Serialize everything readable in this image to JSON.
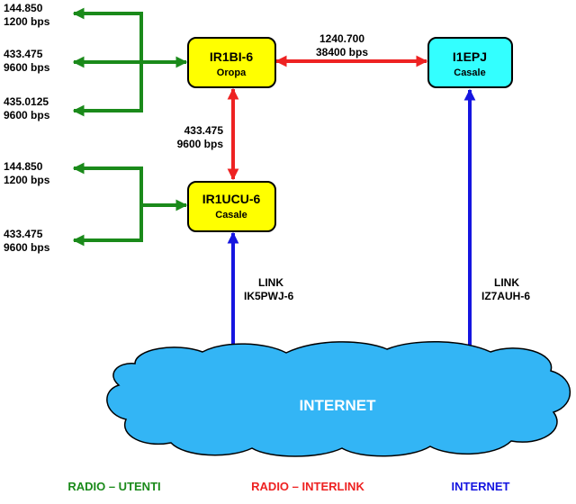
{
  "colors": {
    "users": "#1a8a1a",
    "interlink": "#ee2222",
    "internet": "#1515e0",
    "node_yellow": "#ffff00",
    "node_cyan": "#33ffff",
    "cloud": "#33b5f5"
  },
  "nodes": {
    "ir1bi": {
      "name": "IR1BI-6",
      "location": "Oropa"
    },
    "i1epj": {
      "name": "I1EPJ",
      "location": "Casale"
    },
    "ir1ucu": {
      "name": "IR1UCU-6",
      "location": "Casale"
    }
  },
  "links": {
    "ir1bi_i1epj": {
      "freq": "1240.700",
      "speed": "38400 bps"
    },
    "ir1bi_ir1ucu": {
      "freq": "433.475",
      "speed": "9600 bps"
    },
    "ir1ucu_internet": {
      "label": "LINK",
      "call": "IK5PWJ-6"
    },
    "i1epj_internet": {
      "label": "LINK",
      "call": "IZ7AUH-6"
    }
  },
  "user_radio_top": [
    {
      "freq": "144.850",
      "speed": "1200 bps"
    },
    {
      "freq": "433.475",
      "speed": "9600 bps"
    },
    {
      "freq": "435.0125",
      "speed": "9600 bps"
    }
  ],
  "user_radio_bottom": [
    {
      "freq": "144.850",
      "speed": "1200 bps"
    },
    {
      "freq": "433.475",
      "speed": "9600 bps"
    }
  ],
  "cloud": {
    "label": "INTERNET"
  },
  "legend": {
    "users": "RADIO – UTENTI",
    "interlink": "RADIO – INTERLINK",
    "internet": "INTERNET"
  }
}
